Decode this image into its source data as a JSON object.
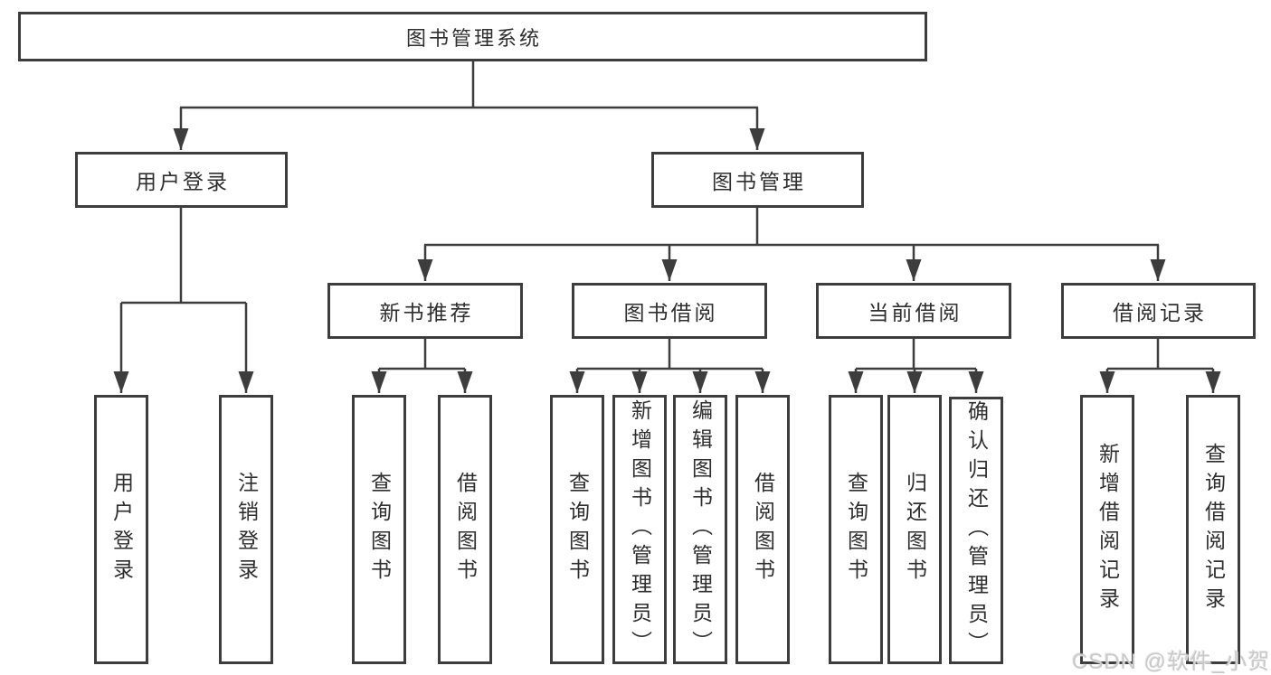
{
  "title": "图书管理系统",
  "level1": [
    {
      "label": "用户登录",
      "children": [
        "用户登录",
        "注销登录"
      ]
    },
    {
      "label": "图书管理"
    }
  ],
  "level2": [
    {
      "label": "新书推荐",
      "children": [
        "查询图书",
        "借阅图书"
      ]
    },
    {
      "label": "图书借阅",
      "children": [
        "查询图书",
        "新增图书（管理员）",
        "编辑图书（管理员）",
        "借阅图书"
      ]
    },
    {
      "label": "当前借阅",
      "children": [
        "查询图书",
        "归还图书",
        "确认归还（管理员）"
      ]
    },
    {
      "label": "借阅记录",
      "children": [
        "新增借阅记录",
        "查询借阅记录"
      ]
    }
  ],
  "watermark": "CSDN @软件_小贺同学",
  "colors": {
    "line": "#3d3d3d",
    "text": "#2e2e2e",
    "background": "#ffffff",
    "watermark": "#c9c9c9"
  }
}
